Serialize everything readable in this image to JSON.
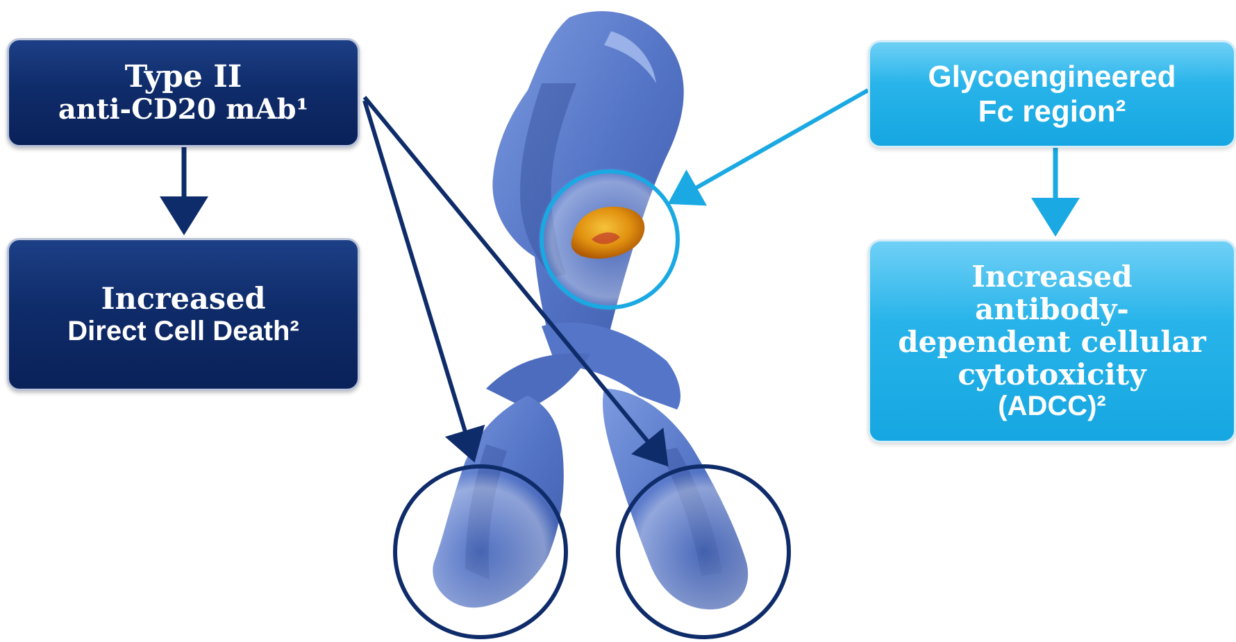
{
  "boxes": {
    "mechanism": {
      "line1": "Type II",
      "line2": "anti-CD20 mAb¹"
    },
    "direct_death": {
      "line1": "Increased",
      "line2": "Direct Cell Death²"
    },
    "fc_region": {
      "line1": "Glycoengineered",
      "line2": "Fc region²"
    },
    "adcc": {
      "line1": "Increased",
      "line2": "antibody-",
      "line3": "dependent cellular",
      "line4": "cytotoxicity",
      "line5": "(ADCC)²"
    }
  },
  "colors": {
    "dark_navy": "#0f2c6a",
    "light_blue": "#1aa9e3",
    "antibody_blue": "#5a7ecf",
    "glycan_orange": "#e08a12"
  },
  "image": {
    "subject": "antibody-3d-illustration"
  }
}
